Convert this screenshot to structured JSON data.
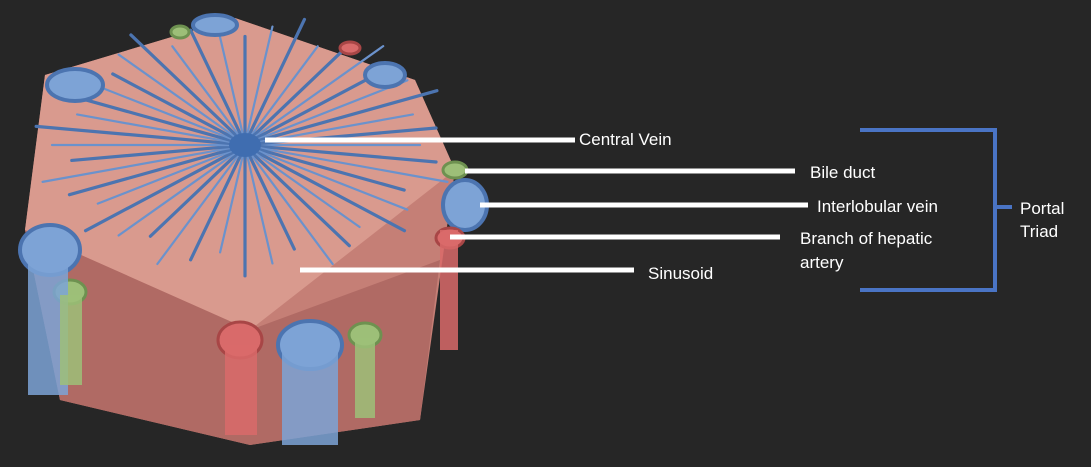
{
  "labels": {
    "central_vein": "Central Vein",
    "bile_duct": "Bile duct",
    "interlobular_vein": "Interlobular vein",
    "hepatic_artery_line1": "Branch of hepatic",
    "hepatic_artery_line2": "artery",
    "sinusoid": "Sinusoid",
    "portal_triad_line1": "Portal",
    "portal_triad_line2": "Triad"
  },
  "colors": {
    "background": "#262626",
    "bracket": "#4a74c4",
    "leader_line": "#ffffff",
    "hepatocyte": "#d99a8e",
    "vein": "#7da3d6",
    "artery": "#d96a6a",
    "bile_duct": "#9dbf78"
  }
}
